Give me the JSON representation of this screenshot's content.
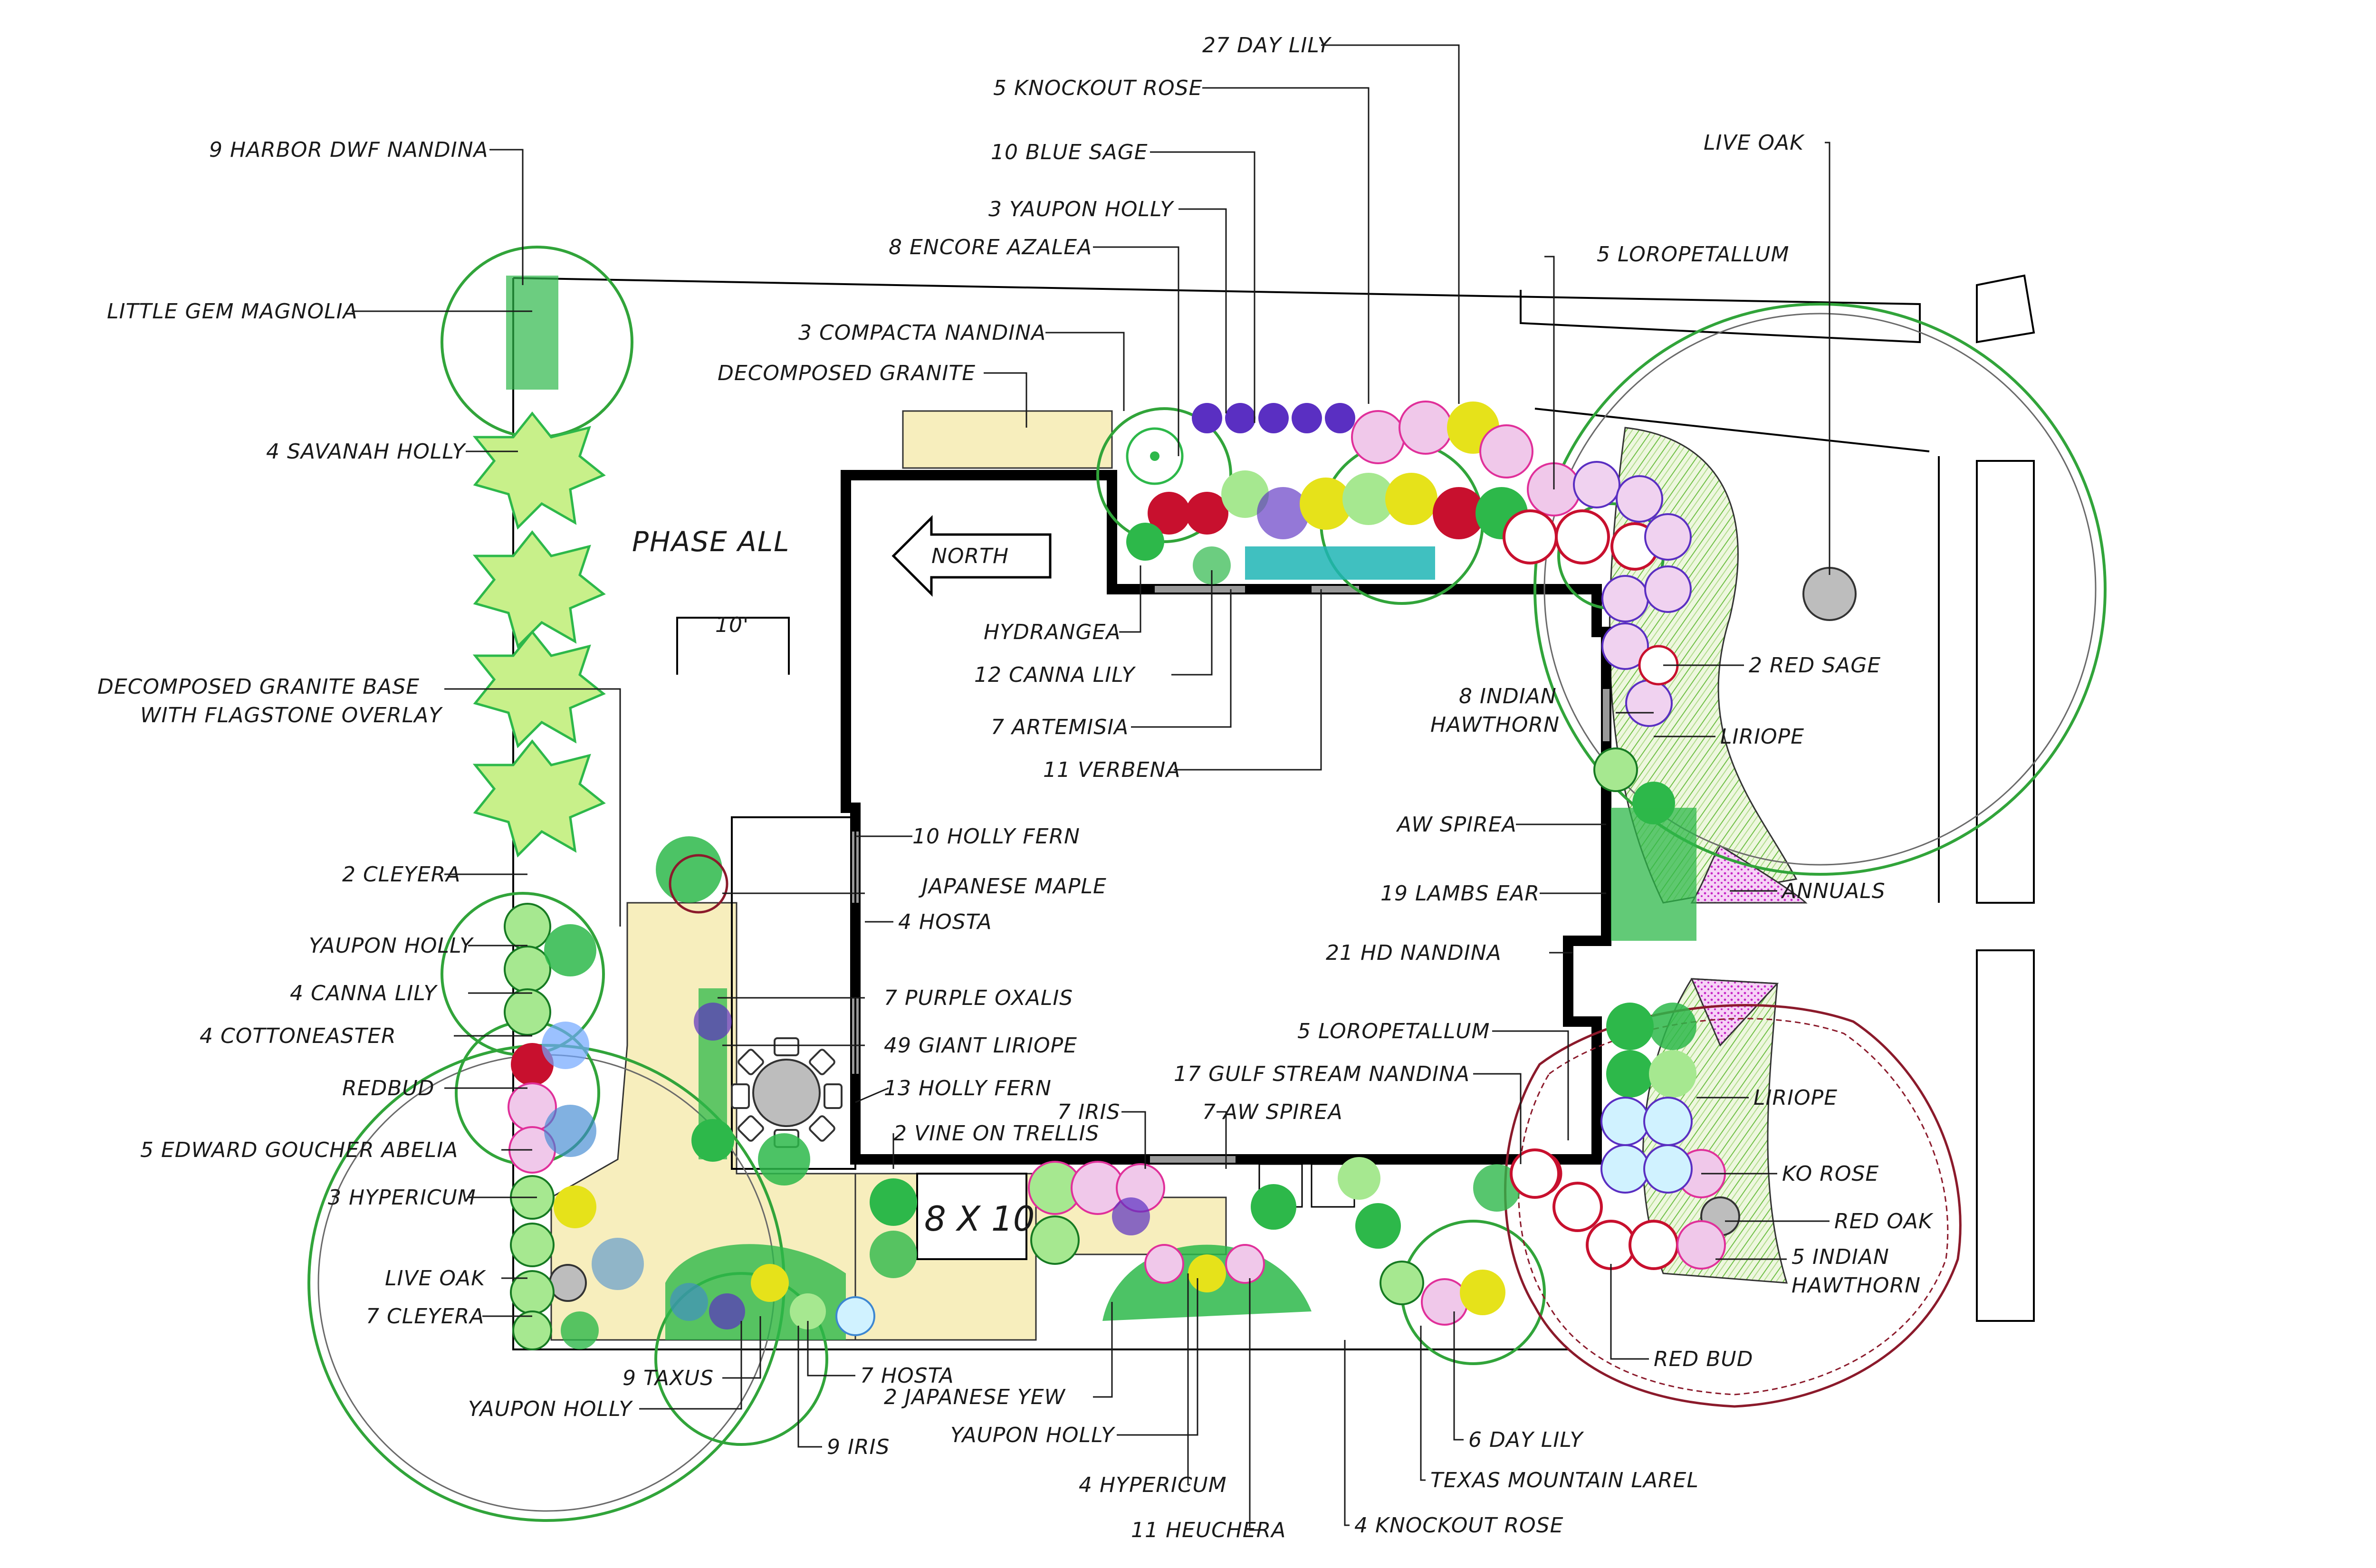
{
  "plan": {
    "phase_title": "PHASE ALL",
    "north_label": "NORTH",
    "scale_label": "10'",
    "patio_label": "8 X 10"
  },
  "labels_left": [
    {
      "key": "harbor_nandina",
      "text": "9 HARBOR DWF NANDINA"
    },
    {
      "key": "little_gem",
      "text": "LITTLE GEM MAGNOLIA"
    },
    {
      "key": "savanah_holly",
      "text": "4 SAVANAH HOLLY"
    },
    {
      "key": "dg_base_1",
      "text": "DECOMPOSED GRANITE BASE"
    },
    {
      "key": "dg_base_2",
      "text": "WITH FLAGSTONE OVERLAY"
    },
    {
      "key": "cleyera_2",
      "text": "2 CLEYERA"
    },
    {
      "key": "yaupon_left",
      "text": "YAUPON HOLLY"
    },
    {
      "key": "canna_4",
      "text": "4 CANNA LILY"
    },
    {
      "key": "cottoneaster",
      "text": "4 COTTONEASTER"
    },
    {
      "key": "redbud_left",
      "text": "REDBUD"
    },
    {
      "key": "abelia",
      "text": "5 EDWARD GOUCHER ABELIA"
    },
    {
      "key": "hypericum_3",
      "text": "3 HYPERICUM"
    },
    {
      "key": "live_oak_left",
      "text": "LIVE OAK"
    },
    {
      "key": "cleyera_7",
      "text": "7 CLEYERA"
    }
  ],
  "labels_top": [
    {
      "key": "day_lily_27",
      "text": "27 DAY LILY"
    },
    {
      "key": "knockout_5",
      "text": "5 KNOCKOUT ROSE"
    },
    {
      "key": "blue_sage",
      "text": "10 BLUE SAGE"
    },
    {
      "key": "yaupon_3",
      "text": "3 YAUPON HOLLY"
    },
    {
      "key": "encore",
      "text": "8 ENCORE AZALEA"
    },
    {
      "key": "compacta",
      "text": "3 COMPACTA NANDINA"
    },
    {
      "key": "dg",
      "text": "DECOMPOSED GRANITE"
    },
    {
      "key": "loropetallum_top",
      "text": "5 LOROPETALLUM"
    },
    {
      "key": "live_oak_top",
      "text": "LIVE OAK"
    }
  ],
  "labels_center": [
    {
      "key": "hydrangea",
      "text": "HYDRANGEA"
    },
    {
      "key": "canna_12",
      "text": "12 CANNA LILY"
    },
    {
      "key": "artemisia",
      "text": "7 ARTEMISIA"
    },
    {
      "key": "verbena",
      "text": "11 VERBENA"
    },
    {
      "key": "holly_fern_10",
      "text": "10 HOLLY FERN"
    },
    {
      "key": "jap_maple",
      "text": "JAPANESE MAPLE"
    },
    {
      "key": "hosta_4",
      "text": "4 HOSTA"
    },
    {
      "key": "purple_oxalis",
      "text": "7 PURPLE OXALIS"
    },
    {
      "key": "giant_liriope",
      "text": "49 GIANT LIRIOPE"
    },
    {
      "key": "holly_fern_13",
      "text": "13 HOLLY FERN"
    },
    {
      "key": "iris_7",
      "text": "7 IRIS"
    },
    {
      "key": "vine",
      "text": "2 VINE ON TRELLIS"
    },
    {
      "key": "aw_spirea_7",
      "text": "7 AW SPIREA"
    },
    {
      "key": "gulf_stream",
      "text": "17 GULF STREAM NANDINA"
    },
    {
      "key": "loropetallum_5b",
      "text": "5 LOROPETALLUM"
    },
    {
      "key": "hd_nandina",
      "text": "21 HD NANDINA"
    },
    {
      "key": "lambs_ear",
      "text": "19 LAMBS EAR"
    },
    {
      "key": "aw_spirea",
      "text": "AW SPIREA"
    },
    {
      "key": "indian_8a",
      "text": "8 INDIAN"
    },
    {
      "key": "indian_8b",
      "text": "HAWTHORN"
    }
  ],
  "labels_right": [
    {
      "key": "red_sage",
      "text": "2 RED SAGE"
    },
    {
      "key": "liriope_top",
      "text": "LIRIOPE"
    },
    {
      "key": "annuals",
      "text": "ANNUALS"
    },
    {
      "key": "liriope_bottom",
      "text": "LIRIOPE"
    },
    {
      "key": "ko_rose",
      "text": "KO ROSE"
    },
    {
      "key": "red_oak",
      "text": "RED OAK"
    },
    {
      "key": "indian_5a",
      "text": "5 INDIAN"
    },
    {
      "key": "indian_5b",
      "text": "HAWTHORN"
    },
    {
      "key": "red_bud_right",
      "text": "RED BUD"
    }
  ],
  "labels_bottom": [
    {
      "key": "taxus",
      "text": "9 TAXUS"
    },
    {
      "key": "yaupon_bottom",
      "text": "YAUPON HOLLY"
    },
    {
      "key": "hosta_7",
      "text": "7 HOSTA"
    },
    {
      "key": "iris_9",
      "text": "9 IRIS"
    },
    {
      "key": "jap_yew",
      "text": "2 JAPANESE YEW"
    },
    {
      "key": "yaupon_bottom2",
      "text": "YAUPON HOLLY"
    },
    {
      "key": "hypericum_4",
      "text": "4 HYPERICUM"
    },
    {
      "key": "heuchera",
      "text": "11 HEUCHERA"
    },
    {
      "key": "day_lily_6",
      "text": "6 DAY LILY"
    },
    {
      "key": "texas_laurel",
      "text": "TEXAS MOUNTAIN LAREL"
    },
    {
      "key": "knockout_4",
      "text": "4 KNOCKOUT ROSE"
    }
  ],
  "colors": {
    "canopy": "#31a43a",
    "shrub_green": "#2db84a",
    "yellow_flower": "#e6e21a",
    "pink_flower": "#e0309a",
    "purple_flower": "#5a2fc2",
    "red_flower": "#c8102e",
    "teal_flower": "#1fb5b5",
    "granite": "#f7eebd",
    "liriope": "#9ed36a",
    "annuals": "#d94fd9"
  }
}
